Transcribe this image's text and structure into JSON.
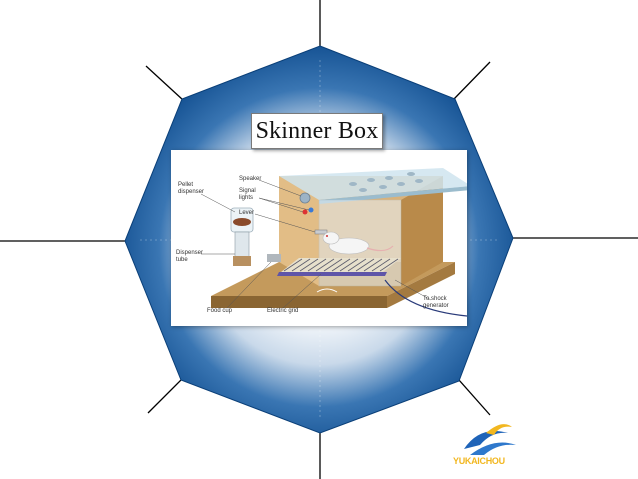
{
  "slide": {
    "title": "Skinner Box"
  },
  "diagram": {
    "labels": {
      "pellet_dispenser": [
        "Pellet",
        "dispenser"
      ],
      "speaker": "Speaker",
      "signal_lights": [
        "Signal",
        "lights"
      ],
      "lever": "Lever",
      "dispenser_tube": [
        "Dispenser",
        "tube"
      ],
      "food_cup": "Food cup",
      "electric_grid": "Electric grid",
      "shock_generator": [
        "To shock",
        "generator"
      ]
    }
  },
  "logo": {
    "text": "YUKAICHOU"
  },
  "colors": {
    "octagon_dark": "#0f4f93",
    "octagon_light": "#ffffff",
    "frame_lines": "#000000",
    "logo_blue": "#1e63b8",
    "logo_gold": "#f2b720"
  }
}
